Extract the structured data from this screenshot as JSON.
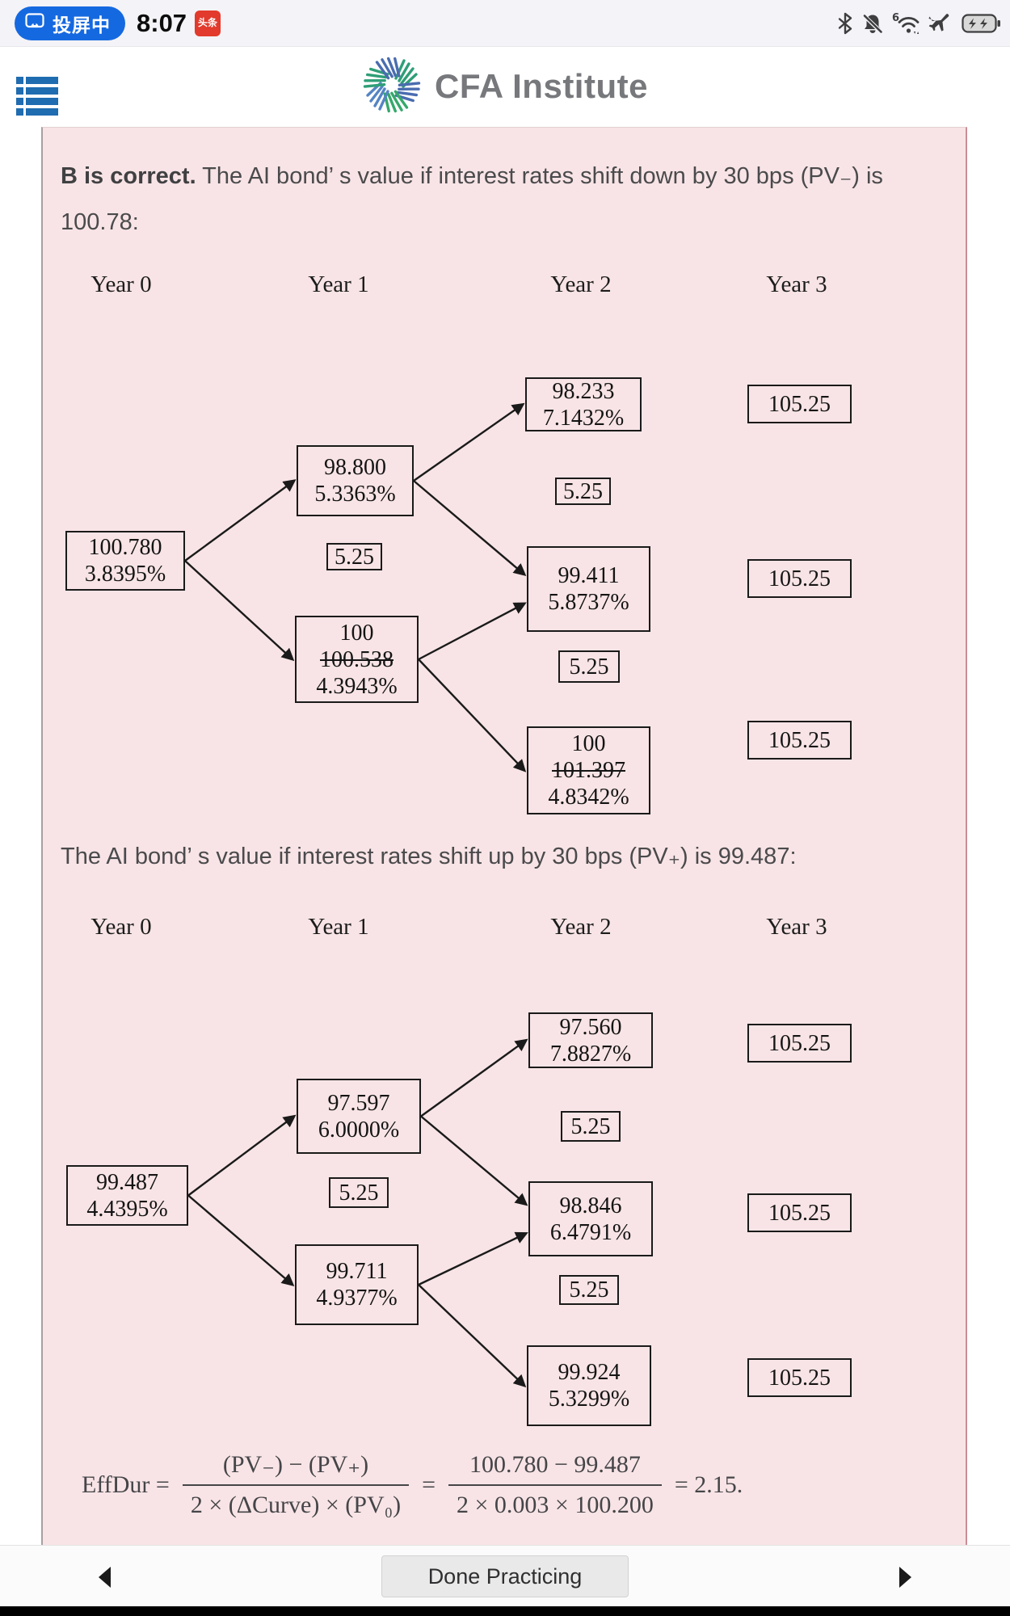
{
  "colors": {
    "accent_blue": "#1569e0",
    "menu_blue": "#1f6cb0",
    "panel_pink": "#f8e4e6",
    "badge_red": "#e23a2c",
    "logo_gray": "#77787c",
    "logo_green": "#2f9e77",
    "logo_blue": "#4a6cb0"
  },
  "status_bar": {
    "pill_label": "投屏中",
    "pill_icon": "screen-mirroring-icon",
    "time": "8:07",
    "news_badge": "头条",
    "right_icons": [
      "bluetooth-icon",
      "notifications-off-icon",
      "wifi-6-icon",
      "airplane-mode-icon",
      "battery-charging-icon"
    ]
  },
  "header": {
    "menu_icon": "menu-list-icon",
    "logo_icon": "cfa-pinwheel-icon",
    "logo_text": "CFA Institute"
  },
  "content": {
    "p1_bold": "B is correct.",
    "p1_rest": " The AI bond’ s value if interest rates shift down by 30 bps (PV₋) is 100.78:",
    "p2": "The AI bond’ s value if interest rates shift up by 30 bps (PV₊) is 99.487:",
    "trees": [
      {
        "years": [
          "Year 0",
          "Year 1",
          "Year 2",
          "Year 3"
        ],
        "nodes": {
          "root": [
            {
              "t": "100.780"
            },
            {
              "t": "3.8395%"
            }
          ],
          "u": [
            {
              "t": "98.800"
            },
            {
              "t": "5.3363%"
            }
          ],
          "c1": [
            {
              "t": "5.25"
            }
          ],
          "d": [
            {
              "t": "100"
            },
            {
              "t": "100.538",
              "strike": true
            },
            {
              "t": "4.3943%"
            }
          ],
          "uu": [
            {
              "t": "98.233"
            },
            {
              "t": "7.1432%"
            }
          ],
          "c2a": [
            {
              "t": "5.25"
            }
          ],
          "ud": [
            {
              "t": "99.411"
            },
            {
              "t": "5.8737%"
            }
          ],
          "c2b": [
            {
              "t": "5.25"
            }
          ],
          "dd": [
            {
              "t": "100"
            },
            {
              "t": "101.397",
              "strike": true
            },
            {
              "t": "4.8342%"
            }
          ],
          "m3a": [
            {
              "t": "105.25"
            }
          ],
          "m3b": [
            {
              "t": "105.25"
            }
          ],
          "m3c": [
            {
              "t": "105.25"
            }
          ]
        }
      },
      {
        "years": [
          "Year 0",
          "Year 1",
          "Year 2",
          "Year 3"
        ],
        "nodes": {
          "root": [
            {
              "t": "99.487"
            },
            {
              "t": "4.4395%"
            }
          ],
          "u": [
            {
              "t": "97.597"
            },
            {
              "t": "6.0000%"
            }
          ],
          "c1": [
            {
              "t": "5.25"
            }
          ],
          "d": [
            {
              "t": "99.711"
            },
            {
              "t": "4.9377%"
            }
          ],
          "uu": [
            {
              "t": "97.560"
            },
            {
              "t": "7.8827%"
            }
          ],
          "c2a": [
            {
              "t": "5.25"
            }
          ],
          "ud": [
            {
              "t": "98.846"
            },
            {
              "t": "6.4791%"
            }
          ],
          "c2b": [
            {
              "t": "5.25"
            }
          ],
          "dd": [
            {
              "t": "99.924"
            },
            {
              "t": "5.3299%"
            }
          ],
          "m3a": [
            {
              "t": "105.25"
            }
          ],
          "m3b": [
            {
              "t": "105.25"
            }
          ],
          "m3c": [
            {
              "t": "105.25"
            }
          ]
        }
      }
    ],
    "formula": {
      "lhs": "EffDur =",
      "f1_num": "(PV₋) − (PV₊)",
      "f1_den": "2 × (ΔCurve) × (PV₀)",
      "eq2": "=",
      "f2_num": "100.780 − 99.487",
      "f2_den": "2 × 0.003 × 100.200",
      "result": "= 2.15."
    }
  },
  "footer": {
    "prev_icon": "previous-arrow-icon",
    "next_icon": "next-arrow-icon",
    "done_label": "Done Practicing"
  }
}
